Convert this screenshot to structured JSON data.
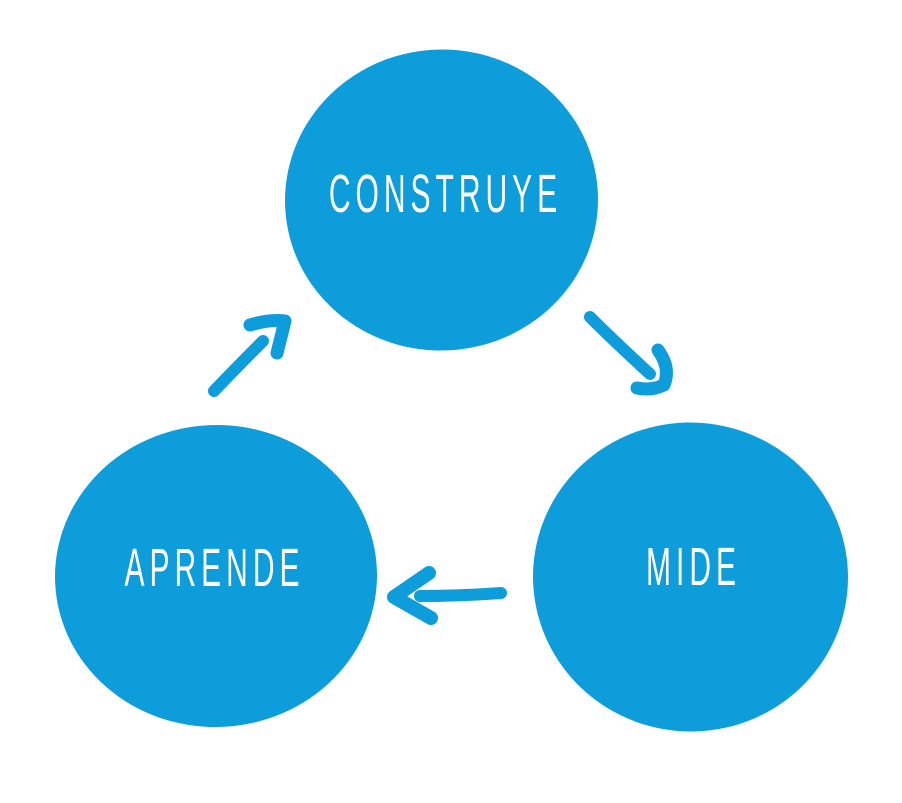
{
  "colors": {
    "background": "#FFFFFF",
    "node_fill": "#0D9DDB",
    "arrow": "#0D9DDB",
    "label_text": "#FFFFFF"
  },
  "diagram": {
    "type": "cycle",
    "nodes": [
      {
        "id": "construye",
        "label": "CONSTRUYE"
      },
      {
        "id": "mide",
        "label": "MIDE"
      },
      {
        "id": "aprende",
        "label": "APRENDE"
      }
    ],
    "edges": [
      {
        "from": "construye",
        "to": "mide"
      },
      {
        "from": "mide",
        "to": "aprende"
      },
      {
        "from": "aprende",
        "to": "construye"
      }
    ]
  }
}
